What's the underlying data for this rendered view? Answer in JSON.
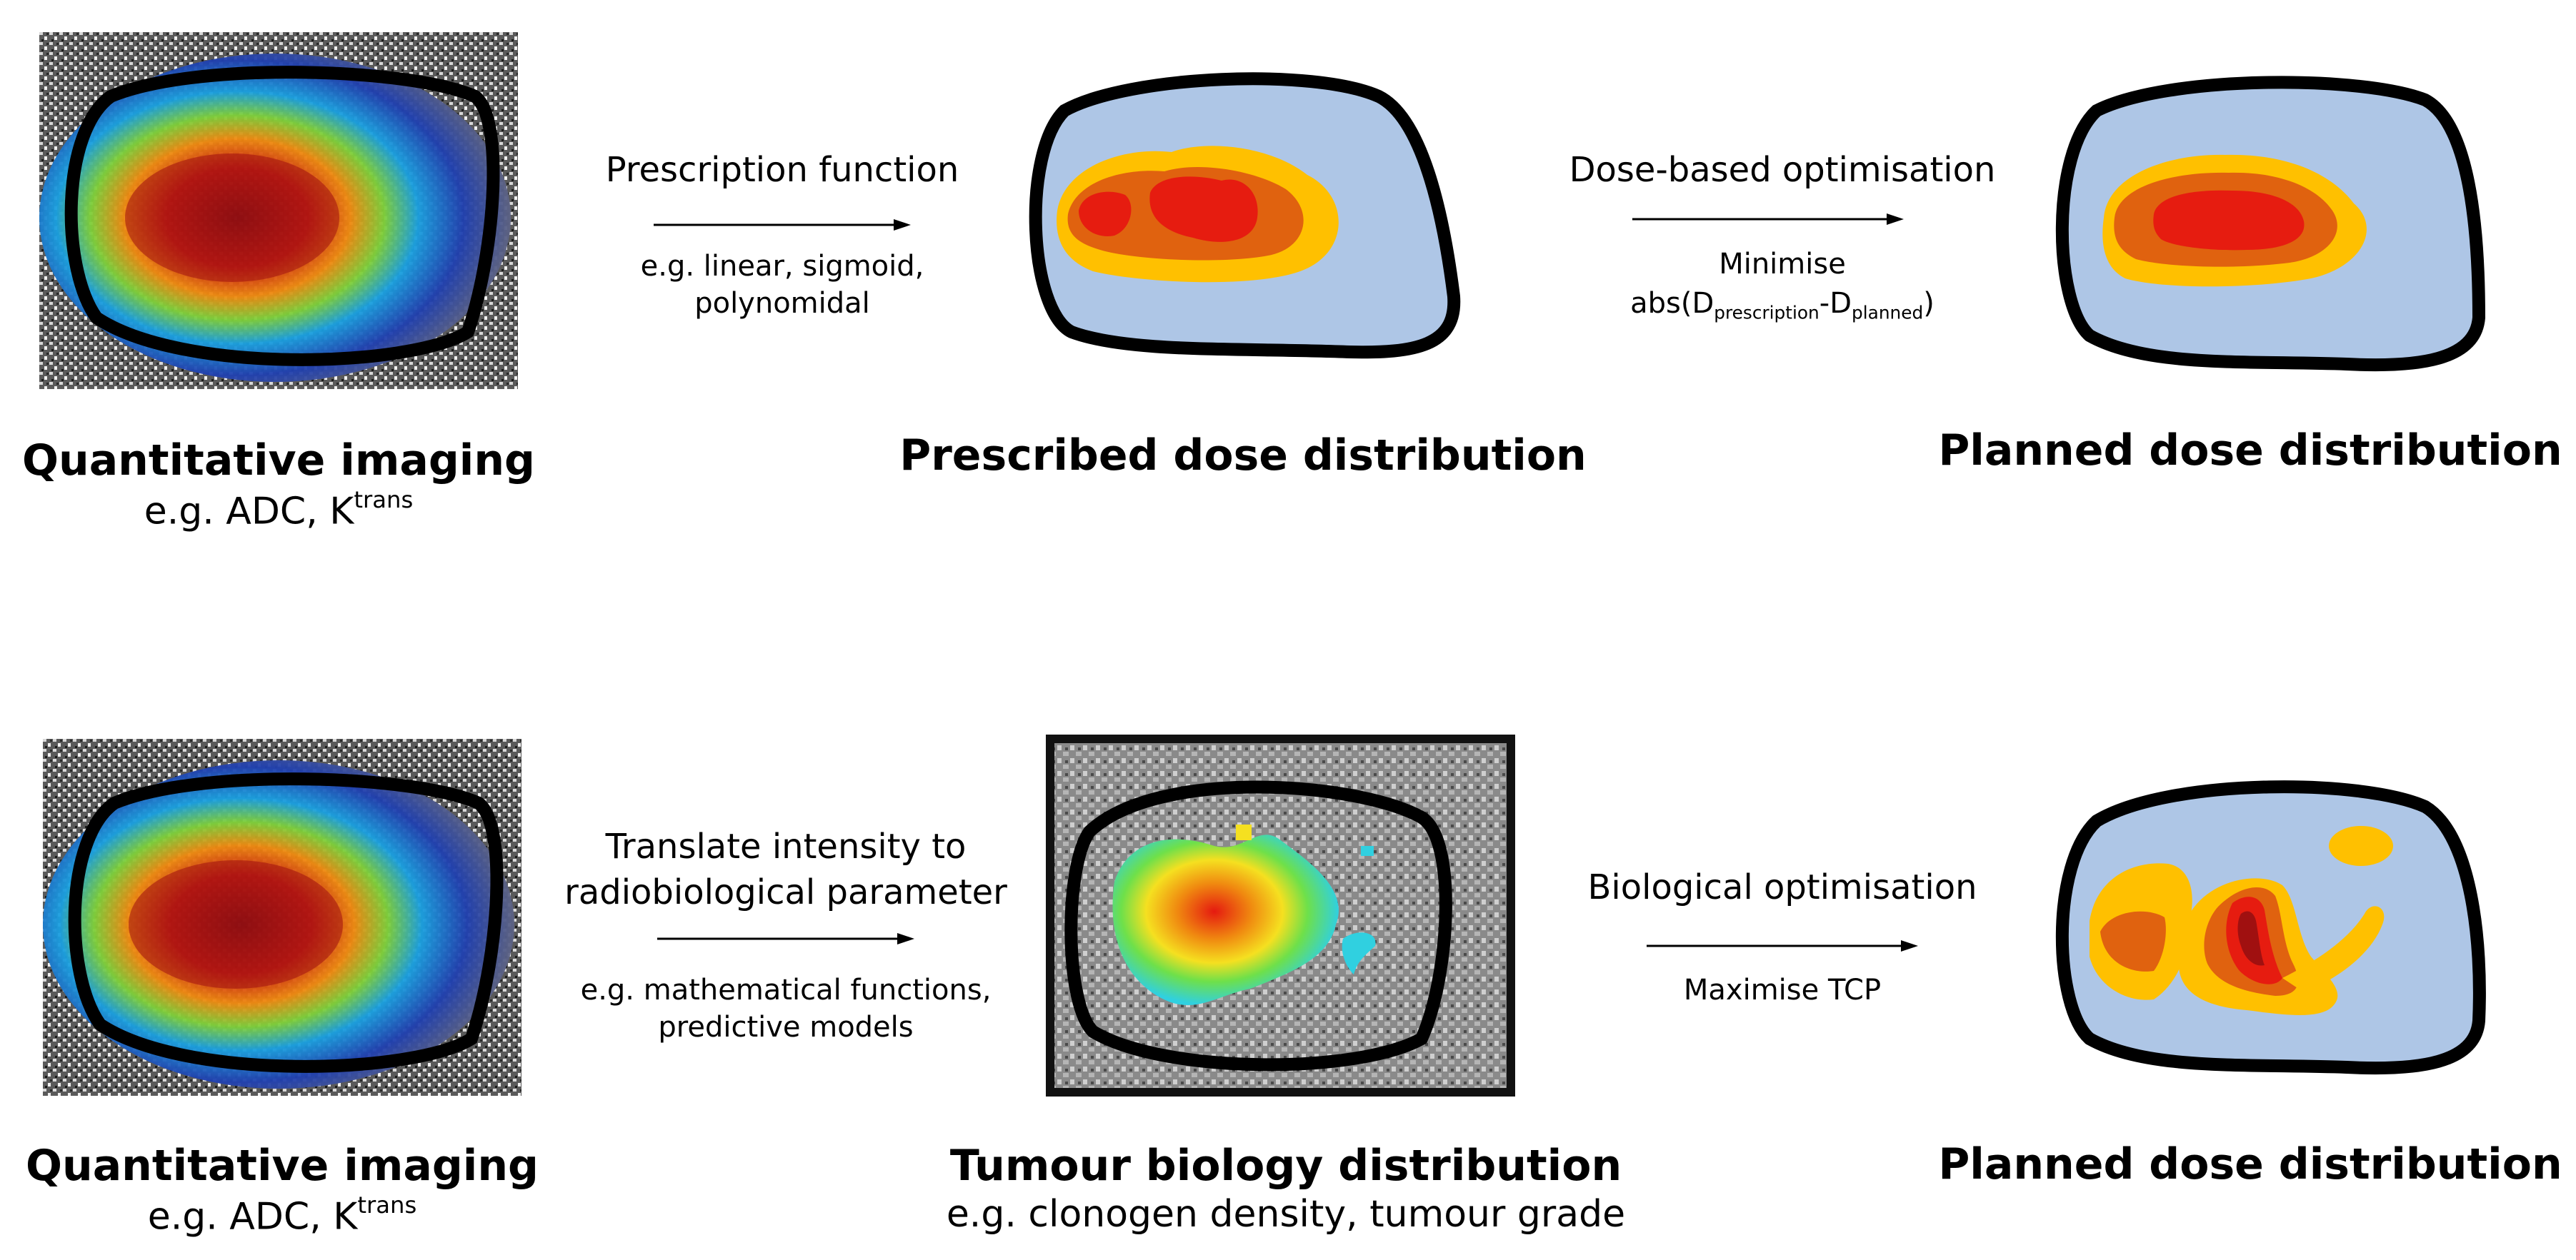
{
  "row1": {
    "input": {
      "title": "Quantitative imaging",
      "sub_prefix": "e.g. ADC, K",
      "sub_sup": "trans"
    },
    "arrow1": {
      "title": "Prescription function",
      "note_line1": "e.g. linear, sigmoid,",
      "note_line2": "polynomidal"
    },
    "middle": {
      "title": "Prescribed dose distribution"
    },
    "arrow2": {
      "title": "Dose-based optimisation",
      "note_line1": "Minimise",
      "note_a": "abs(D",
      "note_sub1": "prescription",
      "note_b": "-D",
      "note_sub2": "planned",
      "note_c": ")"
    },
    "output": {
      "title": "Planned dose distribution"
    }
  },
  "row2": {
    "input": {
      "title": "Quantitative imaging",
      "sub_prefix": "e.g. ADC, K",
      "sub_sup": "trans"
    },
    "arrow1": {
      "title_line1": "Translate intensity to",
      "title_line2": "radiobiological parameter",
      "note_line1": "e.g. mathematical functions,",
      "note_line2": "predictive models"
    },
    "middle": {
      "title": "Tumour biology distribution",
      "sub": "e.g. clonogen density, tumour grade"
    },
    "arrow2": {
      "title": "Biological optimisation",
      "note_line1": "Maximise TCP"
    },
    "output": {
      "title": "Planned dose distribution"
    }
  },
  "colors": {
    "organ_fill": "#aec6e6",
    "dose_outer": "#ffc000",
    "dose_mid": "#e0620f",
    "dose_inner": "#e61c10",
    "dose_core": "#a01010",
    "contour": "#000000"
  }
}
